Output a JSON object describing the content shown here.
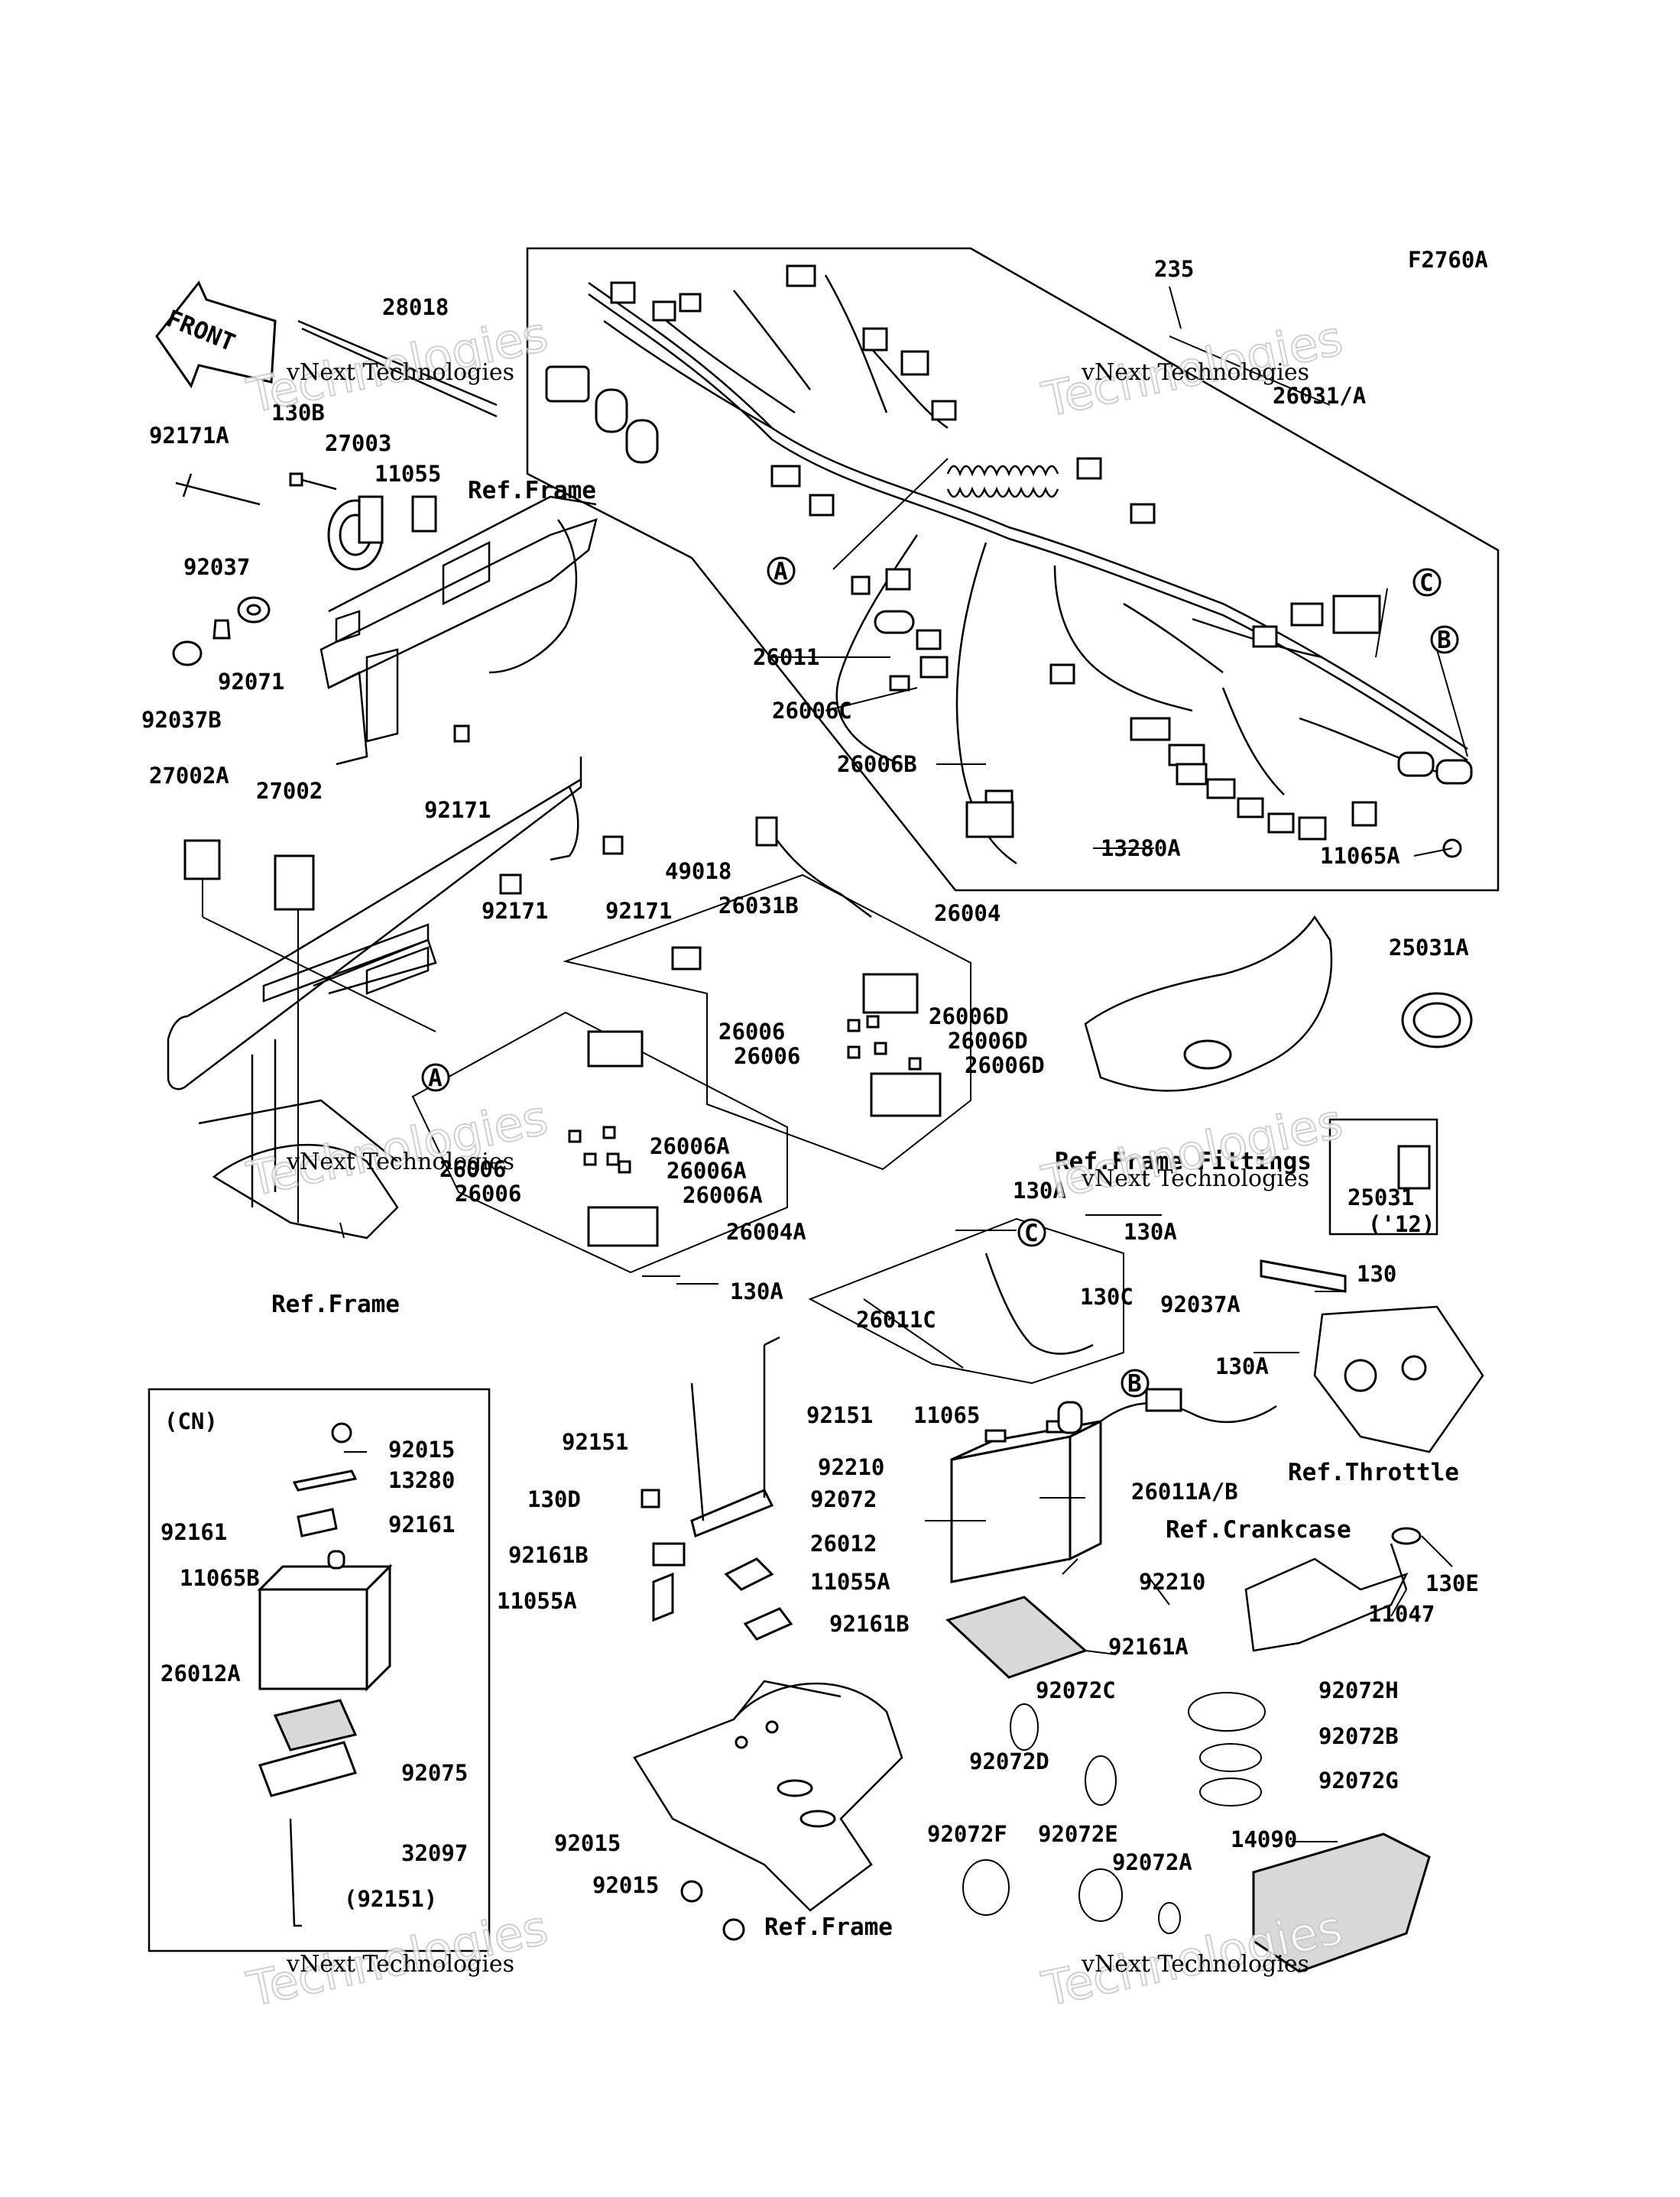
{
  "figure_code": "F2760A",
  "front_arrow_label": "FRONT",
  "watermark": {
    "line1": "vNext Technologies",
    "line2": "Technologies"
  },
  "callout_letters": [
    "A",
    "B",
    "C"
  ],
  "cn_box_label": "(CN)",
  "year_note": "('12)",
  "refs": {
    "frame": "Ref.Frame",
    "throttle": "Ref.Throttle",
    "crankcase": "Ref.Crankcase",
    "fittings": "Ref.Frame Fittings"
  },
  "part_labels": {
    "p235": "235",
    "p26031A": "26031/A",
    "p28018": "28018",
    "p92171A": "92171A",
    "p130B": "130B",
    "p27003": "27003",
    "p11055": "11055",
    "p92037": "92037",
    "p92071": "92071",
    "p92037B": "92037B",
    "p26011": "26011",
    "p26006C": "26006C",
    "p26006B": "26006B",
    "p13280A": "13280A",
    "p11065A": "11065A",
    "p92171_1": "92171",
    "p27002A": "27002A",
    "p27002": "27002",
    "p49018": "49018",
    "p26031B": "26031B",
    "p92171_2": "92171",
    "p92171_3": "92171",
    "p26004": "26004",
    "p25031A": "25031A",
    "p26006_1": "26006",
    "p26006D_1": "26006D",
    "p26006_2": "26006",
    "p26006D_2": "26006D",
    "p26006D_3": "26006D",
    "p26006_3": "26006",
    "p26006A_1": "26006A",
    "p26006_4": "26006",
    "p26006A_2": "26006A",
    "p26006A_3": "26006A",
    "p130A_1": "130A",
    "p25031": "25031",
    "p26004A": "26004A",
    "p130A_2": "130A",
    "p130A_3": "130A",
    "p130": "130",
    "p26011C": "26011C",
    "p130C": "130C",
    "p92037A": "92037A",
    "p130A_4": "130A",
    "p92015_1": "92015",
    "p13280": "13280",
    "p92161_1": "92161",
    "p92161_2": "92161",
    "p11065B": "11065B",
    "p26012A": "26012A",
    "p92075": "92075",
    "p32097": "32097",
    "p92151_cn": "(92151)",
    "p92151_1": "92151",
    "p92151_2": "92151",
    "p11065": "11065",
    "p92210_1": "92210",
    "p130D": "130D",
    "p92072": "92072",
    "p26011AB": "26011A/B",
    "p92161B_1": "92161B",
    "p26012": "26012",
    "p11055A_1": "11055A",
    "p92210_2": "92210",
    "p11055A_2": "11055A",
    "p92161B_2": "92161B",
    "p92161A": "92161A",
    "p11047": "11047",
    "p130E": "130E",
    "p92072C": "92072C",
    "p92072H": "92072H",
    "p92072D": "92072D",
    "p92072B": "92072B",
    "p92072G": "92072G",
    "p92072F": "92072F",
    "p92072E": "92072E",
    "p92072A": "92072A",
    "p14090": "14090",
    "p92015_2": "92015",
    "p92015_3": "92015"
  }
}
